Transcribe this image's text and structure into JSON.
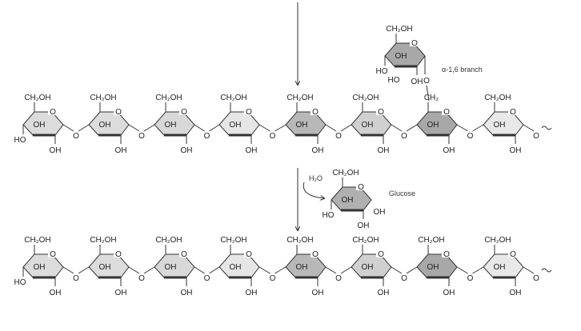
{
  "labels": {
    "ch2oh": "CH₂OH",
    "ch2": "CH₂",
    "oh": "OH",
    "ho": "HO",
    "ring_o": "O",
    "branch": "α-1,6 branch",
    "glucose": "Glucose",
    "water": "H₂O"
  },
  "chains": {
    "top_fills": [
      "#dcdcdc",
      "#dcdcdc",
      "#d8d8d8",
      "#e6e6e6",
      "#b8b8b8",
      "#d0d0d0",
      "#a8a8a8",
      "#e8e8e8"
    ],
    "bottom_fills": [
      "#dcdcdc",
      "#dcdcdc",
      "#d8d8d8",
      "#e6e6e6",
      "#b8b8b8",
      "#d0d0d0",
      "#a8a8a8",
      "#e8e8e8"
    ],
    "branch_unit_index": 6,
    "branch_fill": "#a8a8a8",
    "glucose_fill": "#b0b0b0"
  }
}
